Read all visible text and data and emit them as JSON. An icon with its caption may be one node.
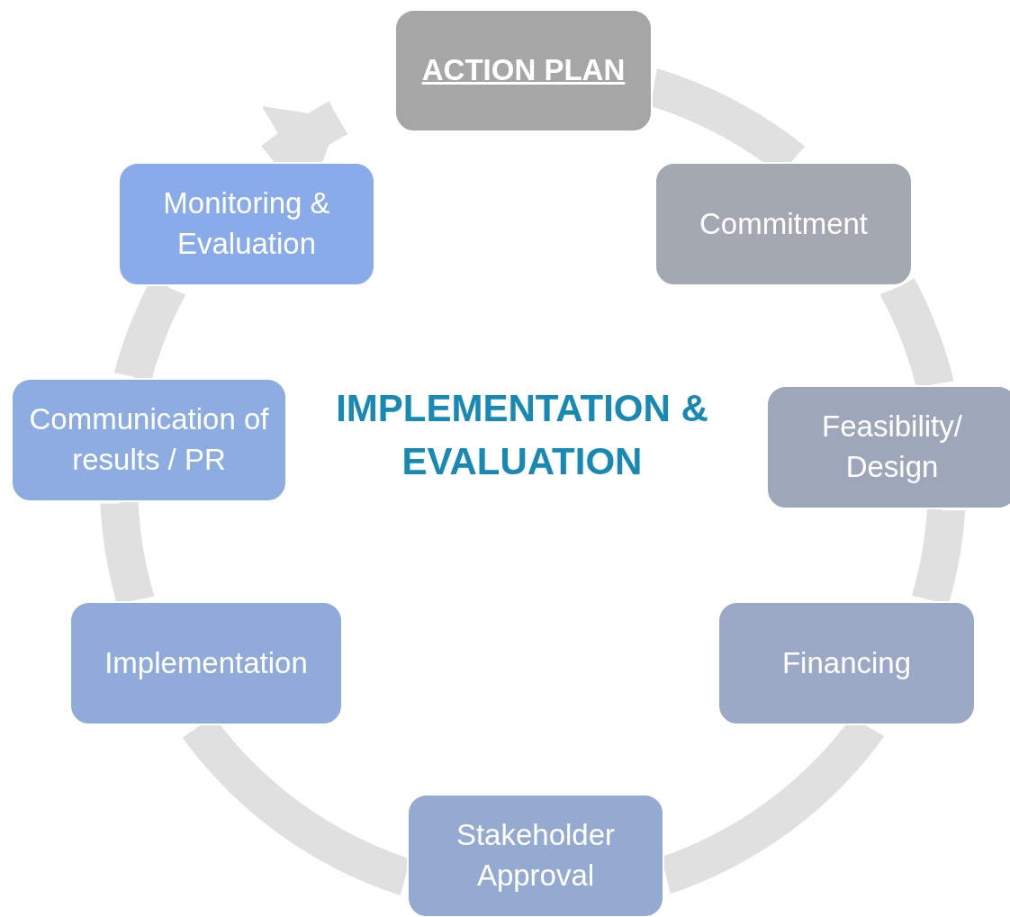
{
  "diagram": {
    "title": "IMPLEMENTATION & EVALUATION",
    "nodes": [
      {
        "text": [
          "ACTION PLAN"
        ]
      },
      {
        "text": [
          "Commitment"
        ]
      },
      {
        "text": [
          "Feasibility/ Design"
        ]
      },
      {
        "text": [
          "Financing"
        ]
      },
      {
        "text": [
          "Stakeholder Approval"
        ]
      },
      {
        "text": [
          "Implementation"
        ]
      },
      {
        "text": [
          "Communication of results / PR"
        ]
      },
      {
        "text": [
          "Monitoring & Evaluation"
        ]
      }
    ],
    "edges": [
      {
        "from": 0,
        "to": 1,
        "arrow": "none"
      },
      {
        "from": 1,
        "to": 2,
        "arrow": "none"
      },
      {
        "from": 2,
        "to": 3,
        "arrow": "none"
      },
      {
        "from": 3,
        "to": 4,
        "arrow": "none"
      },
      {
        "from": 4,
        "to": 5,
        "arrow": "none"
      },
      {
        "from": 5,
        "to": 6,
        "arrow": "none"
      },
      {
        "from": 6,
        "to": 7,
        "arrow": "none"
      },
      {
        "from": 7,
        "to": 0,
        "arrow": "to"
      }
    ]
  }
}
